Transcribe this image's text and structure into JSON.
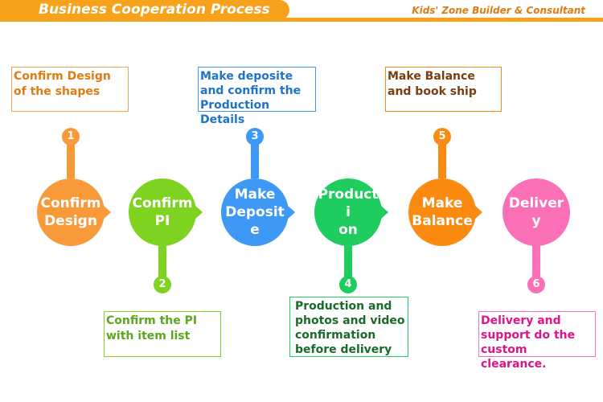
{
  "header": {
    "title": "Business Cooperation Process",
    "company": "Kids' Zone Builder & Consultant",
    "color": "#f7a21b"
  },
  "steps": [
    {
      "number": "1",
      "label": "Confirm\nDesign",
      "description": "Confirm Design of the shapes",
      "color": "#f99a3a",
      "text_color": "#e07b12"
    },
    {
      "number": "2",
      "label": "Confirm\nPI",
      "description": "Confirm the PI with item list",
      "color": "#7ed321",
      "text_color": "#5aa61c"
    },
    {
      "number": "3",
      "label": "Make\nDeposit\ne",
      "description": "Make deposite and confirm the Production Details",
      "color": "#3d99f5",
      "text_color": "#1f73c9"
    },
    {
      "number": "4",
      "label": "Producti\non",
      "description": "Production and photos and video confirmation before delivery",
      "color": "#1fcc5e",
      "text_color": "#1a6b2a"
    },
    {
      "number": "5",
      "label": "Make\nBalance",
      "description": "Make Balance and book ship",
      "color": "#fa8a10",
      "text_color": "#7a3d12"
    },
    {
      "number": "6",
      "label": "Delivery",
      "description": "Delivery and support do the custom clearance.",
      "color": "#fb6fb6",
      "text_color": "#e0148a"
    }
  ]
}
